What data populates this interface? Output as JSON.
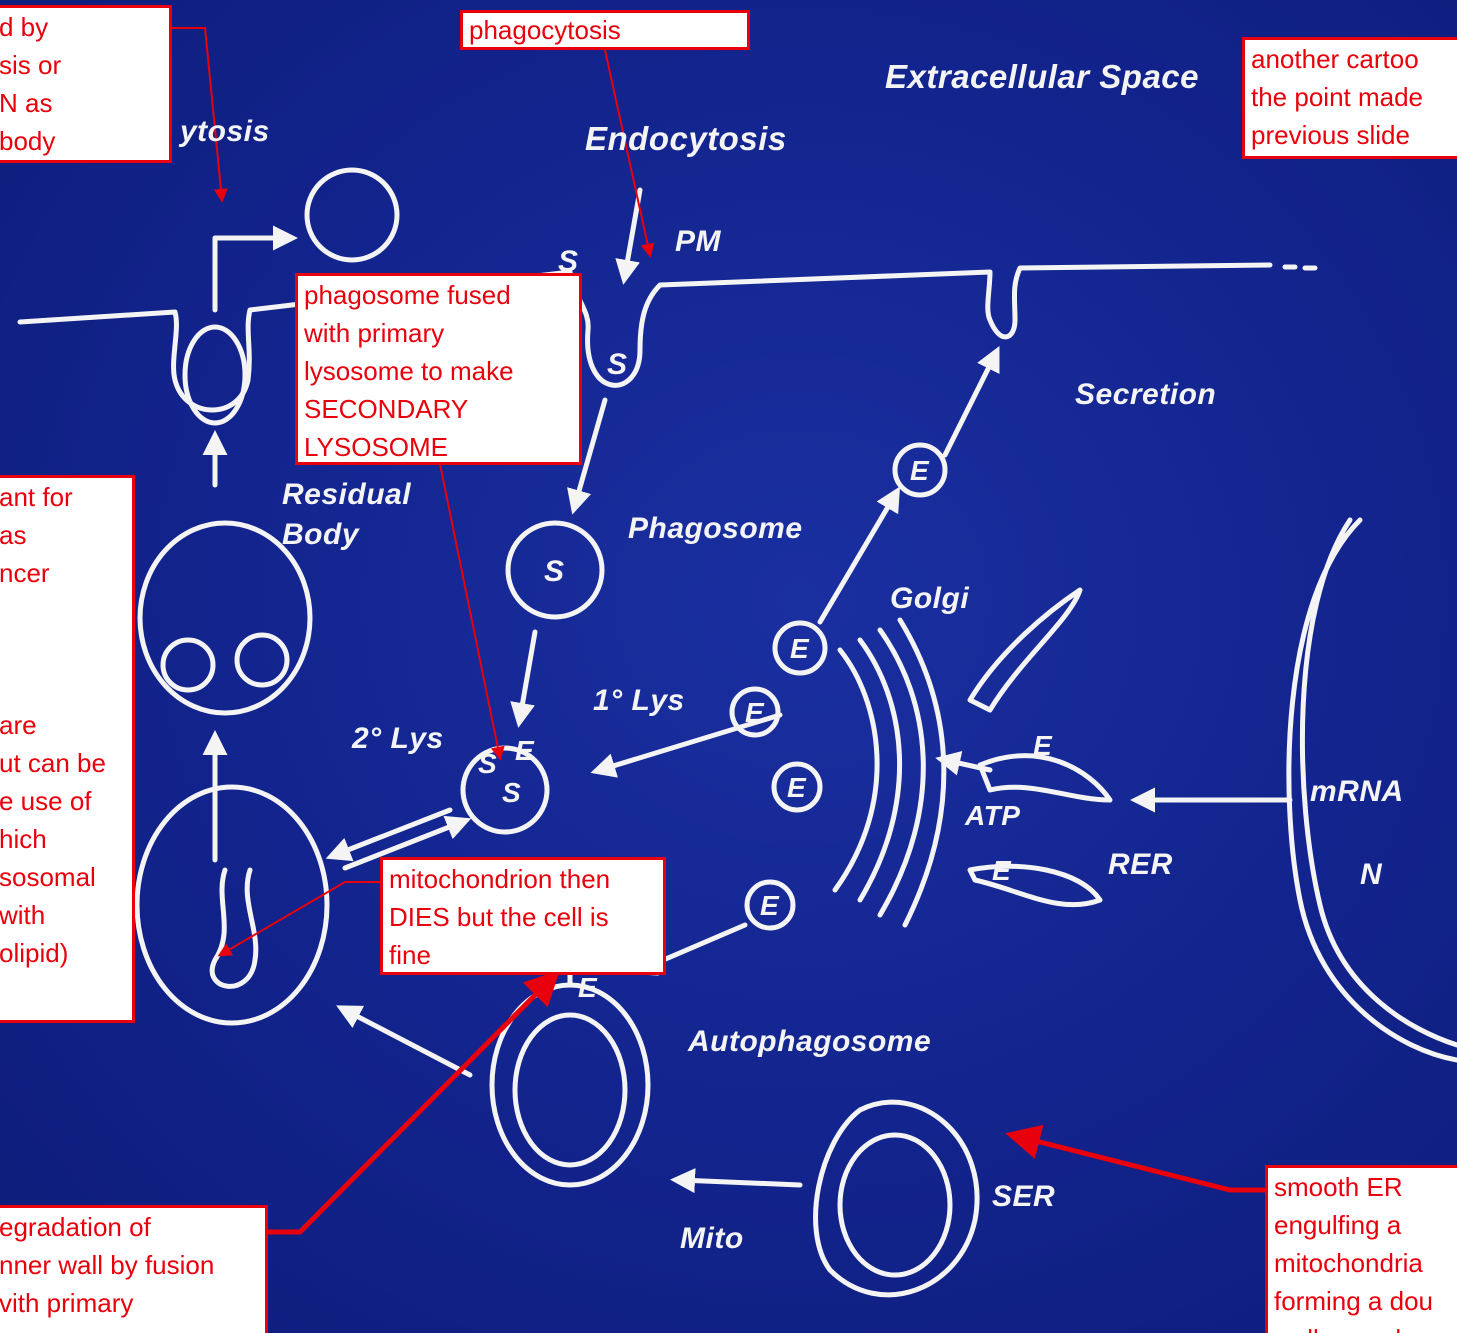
{
  "diagram": {
    "labels": {
      "extracellular": "Extracellular Space",
      "endocytosis": "Endocytosis",
      "exocytosis_partial": "ytosis",
      "pm": "PM",
      "s_top": "S",
      "s_pit": "S",
      "secretion": "Secretion",
      "residual_body": "Residual\nBody",
      "phagosome": "Phagosome",
      "s_phagosome": "S",
      "golgi": "Golgi",
      "lys1": "1° Lys",
      "lys2": "2° Lys",
      "e1": "E",
      "e2": "E",
      "e3": "E",
      "e4": "E",
      "e5": "E",
      "e6": "E",
      "e7": "E",
      "e8": "E",
      "e9": "E",
      "s2a": "S",
      "s2b": "S",
      "atp": "ATP",
      "rer": "RER",
      "mrna": "mRNA",
      "n": "N",
      "autophagosome": "Autophagosome",
      "ser": "SER",
      "mito": "Mito"
    },
    "notes": {
      "top_left": "d by\nsis or\nN as\n body",
      "phagocytosis": "phagocytosis",
      "another_cartoon": "another cartoo\nthe point made\nprevious slide",
      "phagosome_fused": "phagosome fused\nwith primary\nlysosome to make\nSECONDARY\nLYSOSOME",
      "left_middle": "ant for\nas\nncer\n\n\n\n are\nut can be\ne use of\nhich\nsosomal\n with\nolipid)",
      "mitochondrion_dies": "mitochondrion then\nDIES but the cell is\nfine",
      "bottom_left": "egradation of\nnner wall by fusion\nvith primary",
      "smooth_er": "smooth ER\nengulfing a\nmitochondria\nforming a dou\nwall vacuole"
    },
    "colors": {
      "background": "#12238c",
      "ink": "#f4f4f4",
      "note_red": "#e8000c"
    }
  }
}
